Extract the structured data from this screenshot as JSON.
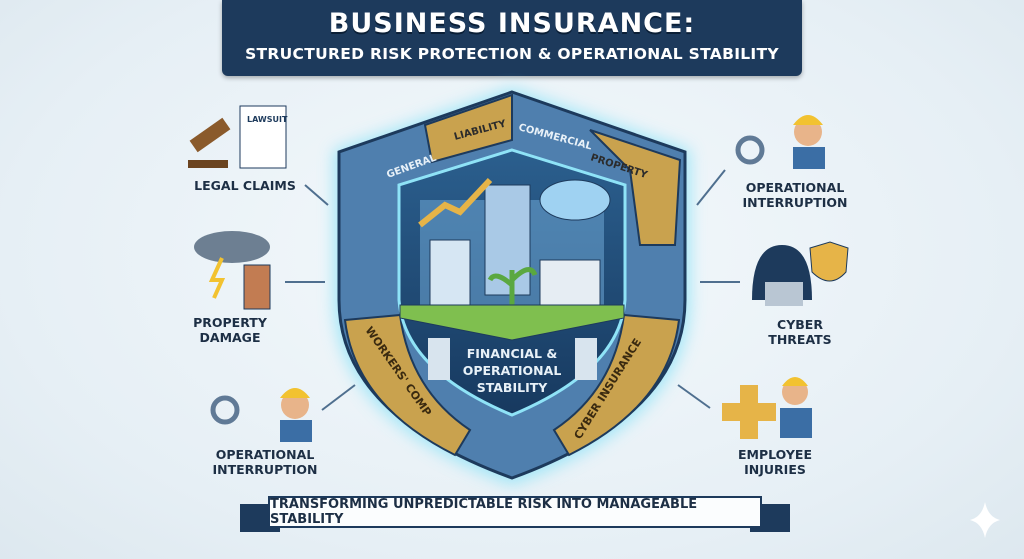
{
  "title": "BUSINESS INSURANCE:",
  "subtitle": "STRUCTURED RISK PROTECTION & OPERATIONAL STABILITY",
  "shield": {
    "segments": [
      "GENERAL",
      "LIABILITY",
      "COMMERCIAL",
      "PROPERTY",
      "WORKERS' COMP",
      "CYBER INSURANCE"
    ],
    "center_lines": [
      "FINANCIAL &",
      "OPERATIONAL",
      "STABILITY"
    ]
  },
  "risks_left": [
    {
      "lines": [
        "LEGAL CLAIMS"
      ],
      "doc": "LAWSUIT"
    },
    {
      "lines": [
        "PROPERTY",
        "DAMAGE"
      ]
    },
    {
      "lines": [
        "OPERATIONAL",
        "INTERRUPTION"
      ]
    }
  ],
  "risks_right": [
    {
      "lines": [
        "OPERATIONAL",
        "INTERRUPTION"
      ]
    },
    {
      "lines": [
        "CYBER",
        "THREATS"
      ]
    },
    {
      "lines": [
        "EMPLOYEE",
        "INJURIES"
      ]
    }
  ],
  "tagline": "TRANSFORMING UNPREDICTABLE RISK INTO MANAGEABLE STABILITY",
  "colors": {
    "navy": "#1d3a5c",
    "blue": "#4f7fae",
    "gold": "#c9a24e",
    "glow": "#7fd9f0"
  }
}
